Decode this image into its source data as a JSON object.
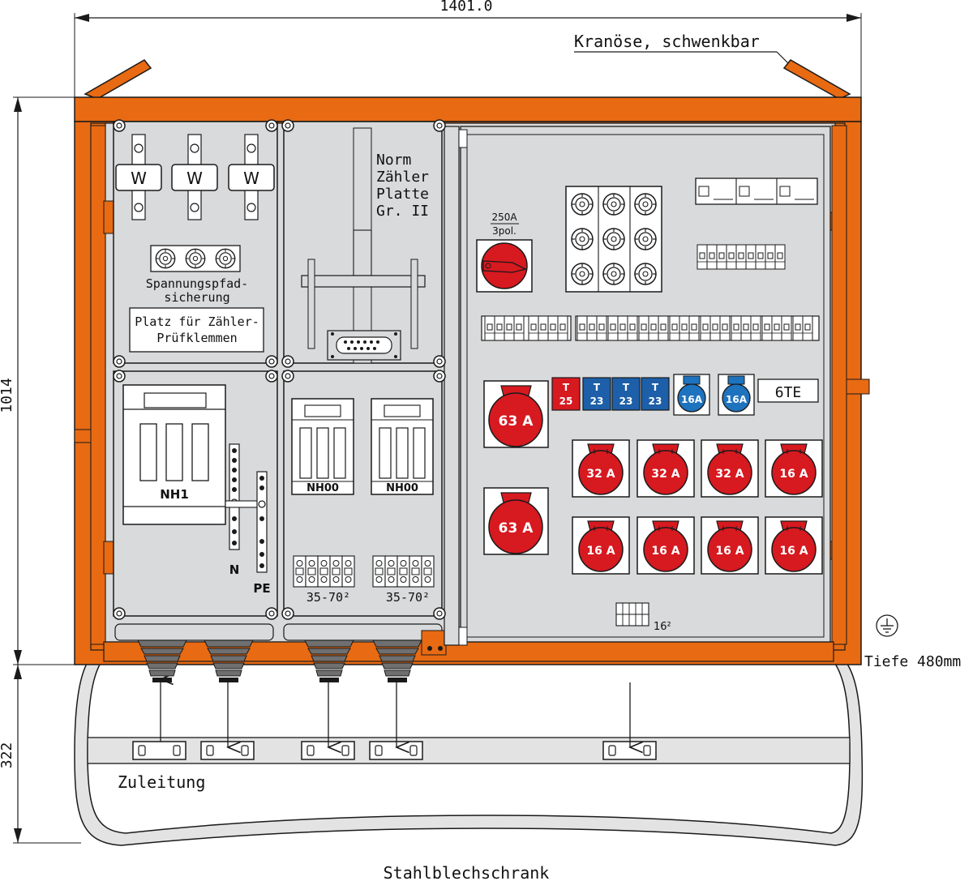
{
  "colors": {
    "orange": "#e86a12",
    "panel_gray": "#d9dadb",
    "socket_red": "#d71920",
    "socket_blue": "#1e73be",
    "breaker_blue": "#1d5fa8",
    "breaker_red": "#d71920",
    "line": "#1a1a1a",
    "frame_gray": "#e3e3e3"
  },
  "dimensions": {
    "width": "1401.0",
    "height_cabinet": "1014",
    "height_base": "322",
    "depth": "Tiefe 480mm"
  },
  "labels": {
    "crane_eye": "Kranöse, schwenkbar",
    "norm_plate": [
      "Norm",
      "Zähler",
      "Platte",
      "Gr. II"
    ],
    "voltage_fuse": [
      "Spannungspfad-",
      "sicherung"
    ],
    "test_terminals": [
      "Platz für Zähler-",
      "Prüfklemmen"
    ],
    "meter_w": [
      "W",
      "W",
      "W"
    ],
    "nh1": "NH1",
    "nh00": [
      "NH00",
      "NH00"
    ],
    "n": "N",
    "pe": "PE",
    "clamp_sizes": [
      "35-70²",
      "35-70²"
    ],
    "main_switch": [
      "250A",
      "3pol."
    ],
    "six_te": "6TE",
    "pe_terminal": "16²",
    "supply": "Zuleitung",
    "cabinet_type": "Stahlblechschrank"
  },
  "breakers": [
    {
      "letter": "T",
      "value": "25",
      "color": "red"
    },
    {
      "letter": "T",
      "value": "23",
      "color": "blue"
    },
    {
      "letter": "T",
      "value": "23",
      "color": "blue"
    },
    {
      "letter": "T",
      "value": "23",
      "color": "blue"
    }
  ],
  "sockets_blue": [
    "16A",
    "16A"
  ],
  "sockets_63": [
    "63 A",
    "63 A"
  ],
  "sockets_row1": [
    "32 A",
    "32 A",
    "32 A",
    "16 A"
  ],
  "sockets_row2": [
    "16 A",
    "16 A",
    "16 A",
    "16 A"
  ]
}
